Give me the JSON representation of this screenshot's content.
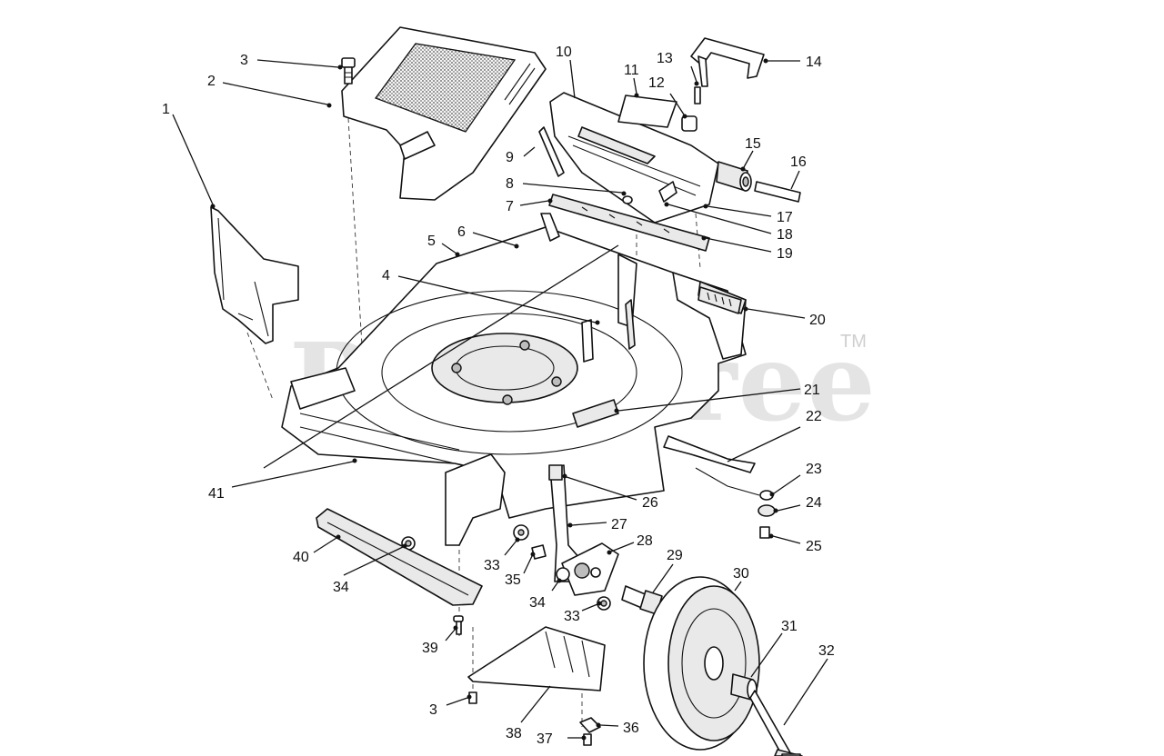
{
  "watermark": {
    "text": "PartsTree",
    "tm": "TM"
  },
  "callouts": [
    {
      "id": "c1",
      "text": "1"
    },
    {
      "id": "c2",
      "text": "2"
    },
    {
      "id": "c3a",
      "text": "3"
    },
    {
      "id": "c3b",
      "text": "3"
    },
    {
      "id": "c4",
      "text": "4"
    },
    {
      "id": "c5",
      "text": "5"
    },
    {
      "id": "c6",
      "text": "6"
    },
    {
      "id": "c7",
      "text": "7"
    },
    {
      "id": "c8",
      "text": "8"
    },
    {
      "id": "c9",
      "text": "9"
    },
    {
      "id": "c10",
      "text": "10"
    },
    {
      "id": "c11",
      "text": "11"
    },
    {
      "id": "c12",
      "text": "12"
    },
    {
      "id": "c13",
      "text": "13"
    },
    {
      "id": "c14",
      "text": "14"
    },
    {
      "id": "c15",
      "text": "15"
    },
    {
      "id": "c16",
      "text": "16"
    },
    {
      "id": "c17",
      "text": "17"
    },
    {
      "id": "c18",
      "text": "18"
    },
    {
      "id": "c19",
      "text": "19"
    },
    {
      "id": "c20",
      "text": "20"
    },
    {
      "id": "c21",
      "text": "21"
    },
    {
      "id": "c22",
      "text": "22"
    },
    {
      "id": "c23",
      "text": "23"
    },
    {
      "id": "c24",
      "text": "24"
    },
    {
      "id": "c25",
      "text": "25"
    },
    {
      "id": "c26",
      "text": "26"
    },
    {
      "id": "c27",
      "text": "27"
    },
    {
      "id": "c28",
      "text": "28"
    },
    {
      "id": "c29",
      "text": "29"
    },
    {
      "id": "c30",
      "text": "30"
    },
    {
      "id": "c31",
      "text": "31"
    },
    {
      "id": "c32",
      "text": "32"
    },
    {
      "id": "c33a",
      "text": "33"
    },
    {
      "id": "c33b",
      "text": "33"
    },
    {
      "id": "c34a",
      "text": "34"
    },
    {
      "id": "c34b",
      "text": "34"
    },
    {
      "id": "c35",
      "text": "35"
    },
    {
      "id": "c36",
      "text": "36"
    },
    {
      "id": "c37",
      "text": "37"
    },
    {
      "id": "c38",
      "text": "38"
    },
    {
      "id": "c39",
      "text": "39"
    },
    {
      "id": "c40",
      "text": "40"
    },
    {
      "id": "c41",
      "text": "41"
    }
  ]
}
